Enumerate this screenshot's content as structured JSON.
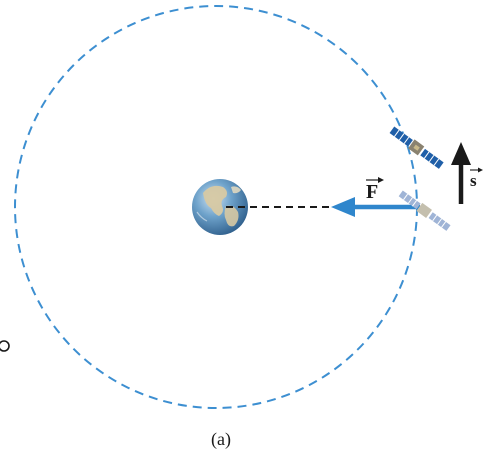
{
  "figure": {
    "force_label": "F",
    "displacement_label": "s",
    "caption": "(a)",
    "colors": {
      "orbit": "#3d8fd1",
      "force_arrow": "#2f86cc",
      "displacement_arrow": "#1a1a1a",
      "radius_line": "#1a1a1a",
      "satellite_panel": "#1f5fa8",
      "satellite_panel_faded": "#9fb4d6",
      "earth_ocean": "#4a88b8",
      "earth_land": "#d7c9a3"
    },
    "icons": {
      "earth": "earth-icon",
      "satellite": "satellite-icon",
      "satellite_faded": "satellite-faded-icon"
    }
  }
}
